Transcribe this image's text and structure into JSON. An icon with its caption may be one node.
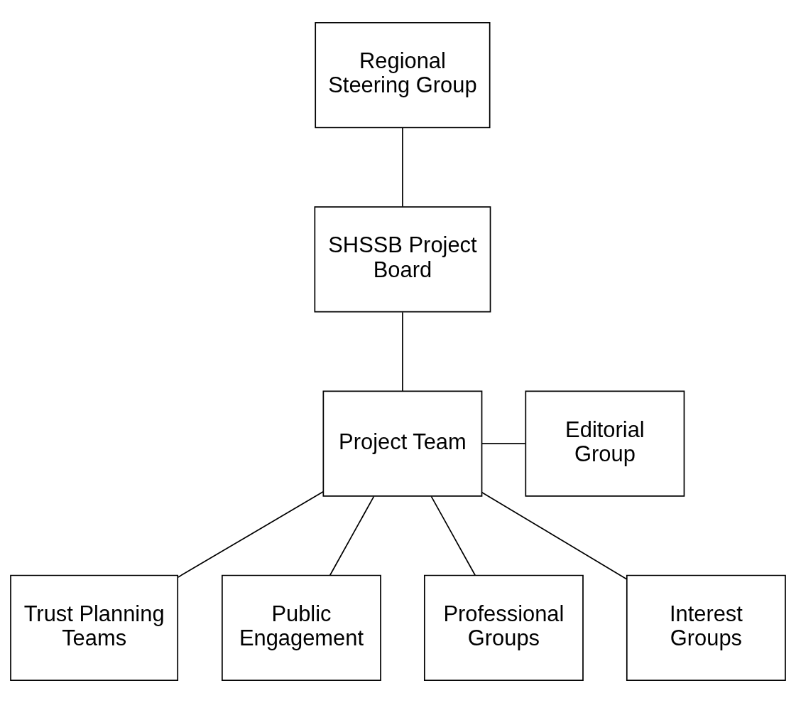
{
  "diagram": {
    "nodes": [
      {
        "text": [
          "Regional Steering Group"
        ]
      },
      {
        "text": [
          "SHSSB Project Board"
        ]
      },
      {
        "text": [
          "Project Team"
        ]
      },
      {
        "text": [
          "Editorial Group"
        ]
      },
      {
        "text": [
          "Trust Planning Teams"
        ]
      },
      {
        "text": [
          "Public Engagement"
        ]
      },
      {
        "text": [
          "Professional Groups"
        ]
      },
      {
        "text": [
          "Interest Groups"
        ]
      }
    ],
    "edges": [
      {
        "from": 0,
        "to": 1,
        "arrow": "none"
      },
      {
        "from": 1,
        "to": 2,
        "arrow": "none"
      },
      {
        "from": 2,
        "to": 3,
        "arrow": "none"
      },
      {
        "from": 2,
        "to": 4,
        "arrow": "none"
      },
      {
        "from": 2,
        "to": 5,
        "arrow": "none"
      },
      {
        "from": 2,
        "to": 6,
        "arrow": "none"
      },
      {
        "from": 2,
        "to": 7,
        "arrow": "none"
      }
    ]
  }
}
